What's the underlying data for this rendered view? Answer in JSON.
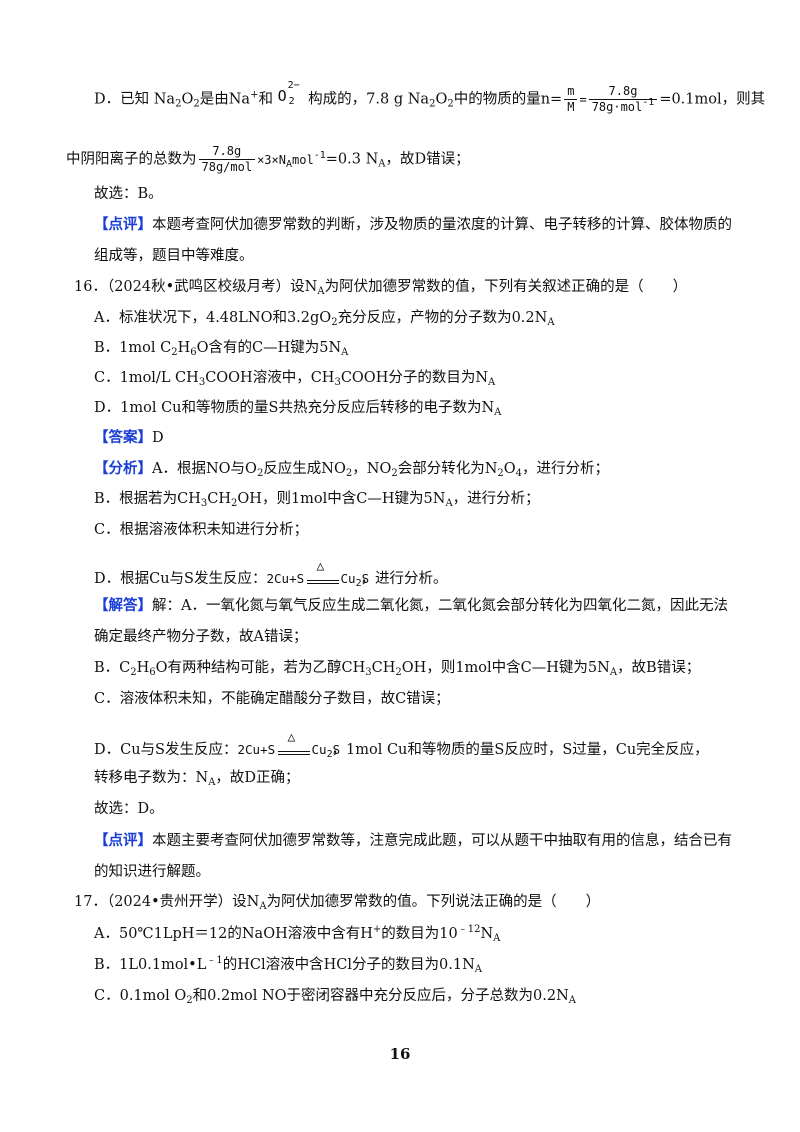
{
  "d_item": {
    "prefix": "D．已知 Na",
    "p1": "O",
    "p2": "是由Na",
    "p3": "和",
    "p4": "构成的，7.8 g Na",
    "p5": "O",
    "p6": "中的物质的量n=",
    "mm_num": "m",
    "mm_den": "M",
    "eq": "=",
    "f_num": "7.8g",
    "f_den": "78g·mol",
    "f_den_sup": "-1",
    "tail": "=0.1mol，则其",
    "o2_charge": "2−",
    "o2_sub": "2",
    "o2_letter": "O",
    "sub2": "2",
    "sup_plus": "+"
  },
  "d_line2": {
    "prefix": "中阴阳离子的总数为",
    "f_num": "7.8g",
    "f_den": "78g/mol",
    "mult": "×3×N",
    "mult_sub": "A",
    "mol": "mol",
    "mol_sup": "-1",
    "tail": "=0.3 N",
    "tail_sub": "A",
    "tail2": "，故D错误；"
  },
  "choose15": "故选：B。",
  "comment15": {
    "tag": "【点评】",
    "line1": "本题考查阿伏加德罗常数的判断，涉及物质的量浓度的计算、电子转移的计算、胶体物质的",
    "line2": "组成等，题目中等难度。"
  },
  "q16": {
    "stem_a": "16．（2024秋•武鸣区校级月考）设N",
    "stem_sub": "A",
    "stem_b": "为阿伏加德罗常数的值，下列有关叙述正确的是（　　）",
    "optA_a": "A．标准状况下，4.48LNO和3.2gO",
    "optA_sub": "2",
    "optA_b": "充分反应，产物的分子数为0.2N",
    "optA_sub2": "A",
    "optB_a": "B．1mol C",
    "optB_s1": "2",
    "optB_b": "H",
    "optB_s2": "6",
    "optB_c": "O含有的C—H键为5N",
    "optB_s3": "A",
    "optC_a": "C．1mol/L CH",
    "optC_s1": "3",
    "optC_b": "COOH溶液中，CH",
    "optC_s2": "3",
    "optC_c": "COOH分子的数目为N",
    "optC_s3": "A",
    "optD_a": "D．1mol Cu和等物质的量S共热充分反应后转移的电子数为N",
    "optD_s": "A",
    "ans_tag": "【答案】",
    "ans": "D",
    "ana_tag": "【分析】",
    "ana_A_a": "A．根据NO与O",
    "ana_A_s1": "2",
    "ana_A_b": "反应生成NO",
    "ana_A_s2": "2",
    "ana_A_c": "，NO",
    "ana_A_s3": "2",
    "ana_A_d": "会部分转化为N",
    "ana_A_s4": "2",
    "ana_A_e": "O",
    "ana_A_s5": "4",
    "ana_A_f": "，进行分析；",
    "ana_B_a": "B．根据若为CH",
    "ana_B_s1": "3",
    "ana_B_b": "CH",
    "ana_B_s2": "2",
    "ana_B_c": "OH，则1mol中含C—H键为5N",
    "ana_B_s3": "A",
    "ana_B_d": "，进行分析；",
    "ana_C": "C．根据溶液体积未知进行分析；",
    "ana_D_a": "D．根据Cu与S发生反应：",
    "ana_D_b": "，进行分析。",
    "rxn_lhs": "2Cu+S",
    "rxn_delta": "△",
    "rxn_rhs": "Cu",
    "rxn_sub": "2",
    "rxn_s": "S",
    "sol_tag": "【解答】",
    "sol_A1": "解：A．一氧化氮与氧气反应生成二氧化氮，二氧化氮会部分转化为四氧化二氮，因此无法",
    "sol_A2": "确定最终产物分子数，故A错误；",
    "sol_B_a": "B．C",
    "sol_B_s1": "2",
    "sol_B_b": "H",
    "sol_B_s2": "6",
    "sol_B_c": "O有两种结构可能，若为乙醇CH",
    "sol_B_s3": "3",
    "sol_B_d": "CH",
    "sol_B_s4": "2",
    "sol_B_e": "OH，则1mol中含C—H键为5N",
    "sol_B_s5": "A",
    "sol_B_f": "，故B错误；",
    "sol_C": "C．溶液体积未知，不能确定醋酸分子数目，故C错误；",
    "sol_D_a": "D．Cu与S发生反应：",
    "sol_D_b": "，1mol Cu和等物质的量S反应时，S过量，Cu完全反应，",
    "sol_D2_a": "转移电子数为：N",
    "sol_D2_s": "A",
    "sol_D2_b": "，故D正确；",
    "choose": "故选：D。",
    "cm_tag": "【点评】",
    "cm1": "本题主要考查阿伏加德罗常数等，注意完成此题，可以从题干中抽取有用的信息，结合已有",
    "cm2": "的知识进行解题。"
  },
  "q17": {
    "stem_a": "17．（2024•贵州开学）设N",
    "stem_sub": "A",
    "stem_b": "为阿伏加德罗常数的值。下列说法正确的是（　　）",
    "optA_a": "A．50℃1LpH＝12的NaOH溶液中含有H",
    "optA_sup": "+",
    "optA_b": "的数目为10",
    "optA_sup2": "﹣12",
    "optA_c": "N",
    "optA_sub": "A",
    "optB_a": "B．1L0.1mol•L",
    "optB_sup": "﹣1",
    "optB_b": "的HCl溶液中含HCl分子的数目为0.1N",
    "optB_sub": "A",
    "optC_a": "C．0.1mol O",
    "optC_s1": "2",
    "optC_b": "和0.2mol NO于密闭容器中充分反应后，分子总数为0.2N",
    "optC_s2": "A"
  },
  "page_number": "16"
}
